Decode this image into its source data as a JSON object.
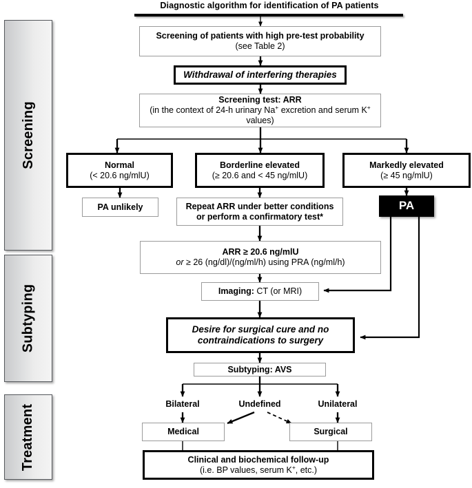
{
  "title": "Diagnostic algorithm for identification of PA patients",
  "phases": [
    {
      "id": "screening",
      "label": "Screening"
    },
    {
      "id": "subtyping",
      "label": "Subtyping"
    },
    {
      "id": "treatment",
      "label": "Treatment"
    }
  ],
  "nodes": {
    "screening_patients": {
      "line1": "Screening of patients with high pre-test probability",
      "line2": "(see Table 2)"
    },
    "withdrawal": {
      "line1": "Withdrawal of interfering therapies"
    },
    "screening_test": {
      "line1": "Screening test: ARR",
      "line2_a": "(in the context of 24-h urinary Na",
      "line2_sup1": "+",
      "line2_b": " excretion and serum K",
      "line2_sup2": "+",
      "line2_c": " values)"
    },
    "normal": {
      "line1": "Normal",
      "line2": "(< 20.6 ng/mlU)"
    },
    "borderline": {
      "line1": "Borderline elevated",
      "line2": "(≥ 20.6 and < 45 ng/mlU)"
    },
    "markedly": {
      "line1": "Markedly elevated",
      "line2": "(≥ 45 ng/mlU)"
    },
    "pa_unlikely": {
      "line1": "PA unlikely"
    },
    "repeat_arr": {
      "line1": "Repeat ARR under better conditions",
      "line2": "or perform a confirmatory test*"
    },
    "pa": {
      "line1": "PA"
    },
    "arr_threshold": {
      "line1": "ARR ≥ 20.6 ng/mlU",
      "line2_em": "or",
      "line2_rest": " ≥ 26 (ng/dl)/(ng/ml/h) using PRA (ng/ml/h)"
    },
    "imaging": {
      "label_bold": "Imaging:",
      "label_rest": " CT (or MRI)"
    },
    "desire_surgery": {
      "line1": "Desire for surgical cure and no",
      "line2": "contraindications to surgery"
    },
    "subtyping_avs": {
      "line1": "Subtyping: AVS"
    },
    "bilateral": {
      "line1": "Bilateral"
    },
    "undefined": {
      "line1": "Undefined"
    },
    "unilateral": {
      "line1": "Unilateral"
    },
    "medical": {
      "line1": "Medical"
    },
    "surgical": {
      "line1": "Surgical"
    },
    "followup": {
      "line1": "Clinical and biochemical follow-up",
      "line2_a": "(i.e. BP values, serum K",
      "line2_sup": "+",
      "line2_b": ", etc.)"
    }
  },
  "colors": {
    "ink": "#000000",
    "thin_border": "#9a9a9a",
    "rail_border": "#55585c",
    "highlight_bg": "#000000",
    "highlight_fg": "#ffffff",
    "page_bg": "#ffffff"
  }
}
